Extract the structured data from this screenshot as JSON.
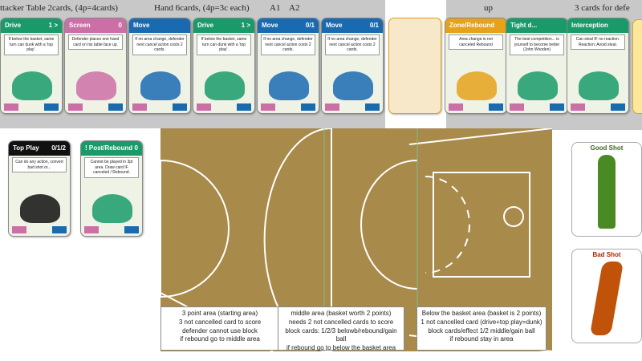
{
  "labels": {
    "attacker_table": "ttacker Table 2cards, (4p=4cards)",
    "hand": "Hand 6cards, (4p=3c each)",
    "a1": "A1",
    "a2": "A2",
    "up": "up",
    "defender": "3 cards for defe"
  },
  "cards": [
    {
      "title": "Top Play",
      "value": "0/1/2",
      "text": "Can do any action, convert bad shot or...",
      "color": "#111111"
    },
    {
      "title": "! Post/Rebound",
      "value": "0",
      "text": "Cannot be played in 3pt area. Draw card IF canceled / Rebound.",
      "color": "#1a9a6a"
    },
    {
      "title": "Drive",
      "value": "1 >",
      "text": "If below the basket, same turn can dunk with a 'top play'.",
      "color": "#1a9a6a"
    },
    {
      "title": "Screen",
      "value": "0",
      "text": "Defender places one hand card on his table face up.",
      "color": "#cc6fa6"
    },
    {
      "title": "Move",
      "value": "",
      "text": "If no area change, defender next cancel action costs 2 cards.",
      "color": "#1a6ab0"
    },
    {
      "title": "Drive",
      "value": "1 >",
      "text": "If below the basket, same turn can dunk with a 'top play'.",
      "color": "#1a9a6a"
    },
    {
      "title": "Move",
      "value": "0/1",
      "text": "If no area change, defender next cancel action costs 2 cards.",
      "color": "#1a6ab0"
    },
    {
      "title": "Move",
      "value": "0/1",
      "text": "If no area change, defender next cancel action costs 2 cards.",
      "color": "#1a6ab0"
    },
    {
      "title": "Zone/Rebound",
      "value": "",
      "text": "Area change is not canceled Rebound",
      "color": "#e5a21a"
    },
    {
      "title": "Tight d...",
      "value": "",
      "text": "The best competition... is yourself to become better (John Wooden)",
      "color": "#1a9a6a"
    },
    {
      "title": "Interception",
      "value": "",
      "text": "Can steal IF no reaction. Reaction: Avoid steal.",
      "color": "#1a9a6a"
    }
  ],
  "areas": [
    {
      "lines": [
        "3 point area (starting area)",
        "3 not cancelled card to score",
        "defender cannot use block",
        "if rebound go to middle area"
      ]
    },
    {
      "lines": [
        "middle area (basket worth 2 points)",
        "needs 2 not cancelled cards to score",
        "block cards: 1/2/3 belowb/rebound/gain ball",
        "if rebound go to below the basket area"
      ]
    },
    {
      "lines": [
        "Below the basket area (basket is 2 points)",
        "1 not cancelled card (drive+top play=dunk)",
        "block cards/effect 1/2 middle/gain ball",
        "if rebound stay in area"
      ]
    }
  ],
  "shots": [
    {
      "label": "Good Shot",
      "color": "#4a8a22"
    },
    {
      "label": "Bad Shot",
      "color": "#c0520a"
    }
  ]
}
